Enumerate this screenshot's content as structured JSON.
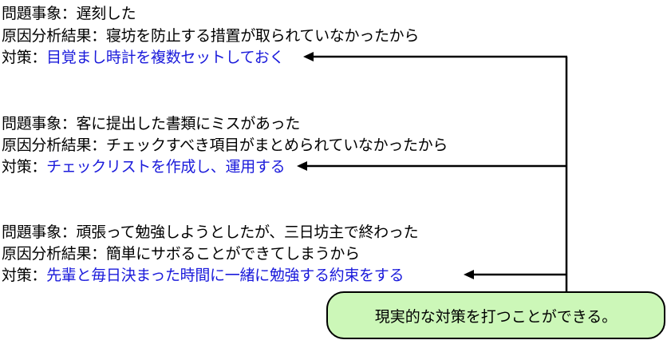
{
  "cases": [
    {
      "problem_label": "問題事象：",
      "problem": "遅刻した",
      "cause_label": "原因分析結果：",
      "cause": "寝坊を防止する措置が取られていなかったから",
      "measure_label": "対策：",
      "measure": "目覚まし時計を複数セットしておく"
    },
    {
      "problem_label": "問題事象：",
      "problem": "客に提出した書類にミスがあった",
      "cause_label": "原因分析結果：",
      "cause": "チェックすべき項目がまとめられていなかったから",
      "measure_label": "対策：",
      "measure": "チェックリストを作成し、運用する"
    },
    {
      "problem_label": "問題事象：",
      "problem": "頑張って勉強しようとしたが、三日坊主で終わった",
      "cause_label": "原因分析結果：",
      "cause": "簡単にサボることができてしまうから",
      "measure_label": "対策：",
      "measure": "先輩と毎日決まった時間に一緒に勉強する約束をする"
    }
  ],
  "conclusion": "現実的な対策を打つことができる。",
  "colors": {
    "measure_text": "#1a1adb",
    "callout_fill": "#ccf7b8",
    "text": "#000000"
  }
}
